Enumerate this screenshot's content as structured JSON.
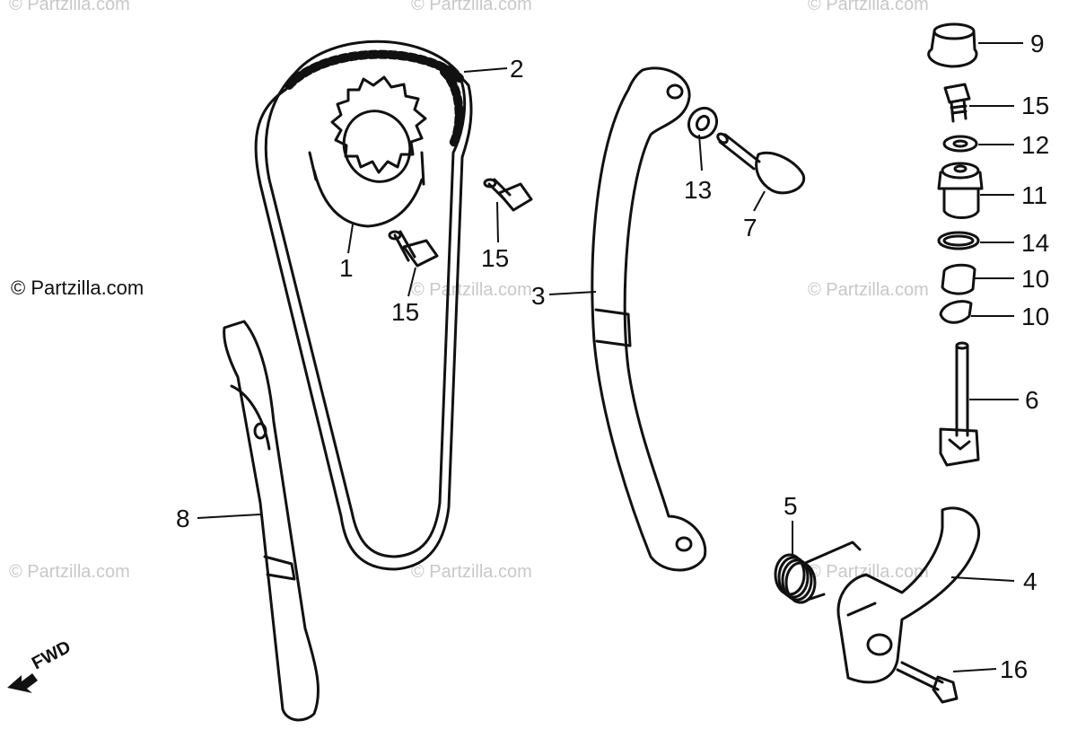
{
  "watermark": "© Partzilla.com",
  "copyright": "© Partzilla.com",
  "fwd_label": "FWD",
  "callouts": {
    "c1": "1",
    "c2": "2",
    "c3": "3",
    "c4": "4",
    "c5": "5",
    "c6": "6",
    "c7": "7",
    "c8": "8",
    "c9": "9",
    "c10a": "10",
    "c10b": "10",
    "c11": "11",
    "c12": "12",
    "c13": "13",
    "c14": "14",
    "c15a": "15",
    "c15b": "15",
    "c15c": "15",
    "c16": "16"
  }
}
